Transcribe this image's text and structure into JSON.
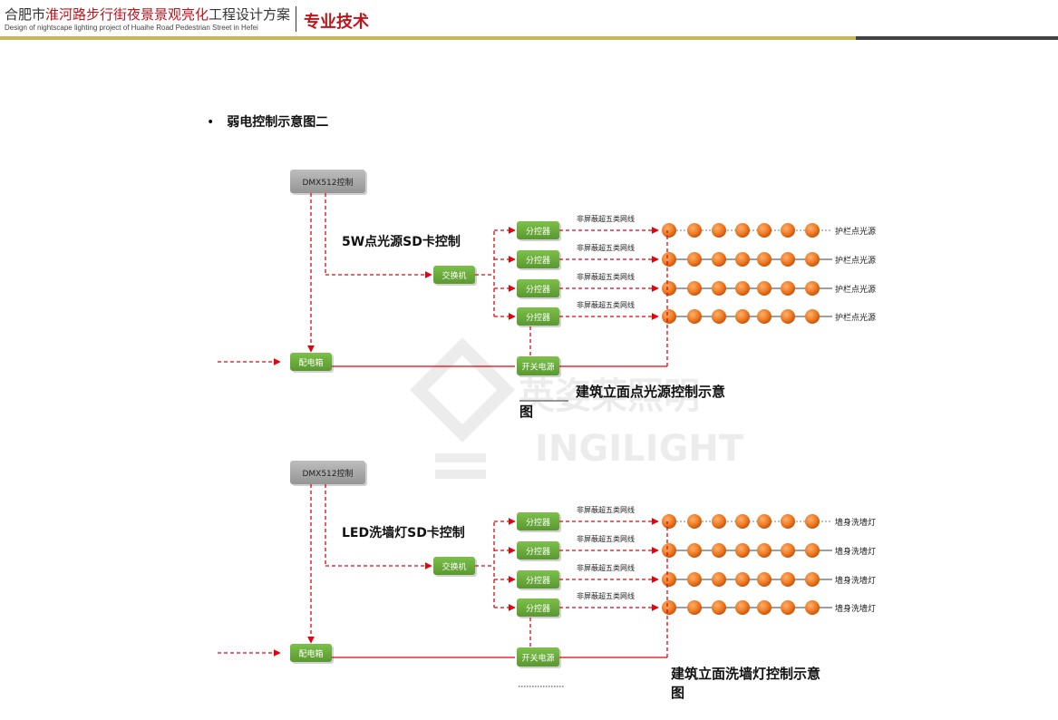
{
  "header": {
    "title_cn_pre": "合肥市",
    "title_cn_highlight": "淮河路步行街夜景景观亮化",
    "title_cn_post": "工程设计方案",
    "title_en": "Design of nightscape lighting project of Huaihe Road Pedestrian Street in Hefei",
    "section": "专业技术"
  },
  "bullet": {
    "symbol": "•",
    "text": "弱电控制示意图二"
  },
  "watermark": {
    "cn": "英姿莱照明",
    "en": "INGILIGHT"
  },
  "colors": {
    "red": "#e8000b",
    "green": "#6aab3a",
    "gray": "#a7a7a7",
    "orange": "#f07d23",
    "accent": "#c0141b"
  },
  "diagrams": [
    {
      "control": "DMX512控制",
      "subtitle": "5W点光源SD卡控制",
      "switch": "交换机",
      "distributors": [
        "分控器",
        "分控器",
        "分控器",
        "分控器"
      ],
      "cable": "非屏蔽超五类网线",
      "fixture": "护栏点光源",
      "power_box": "配电箱",
      "power_switch": "开关电源",
      "caption_line1": "建筑立面点光源控制示意",
      "caption_line2": "图"
    },
    {
      "control": "DMX512控制",
      "subtitle": "LED洗墙灯SD卡控制",
      "switch": "交换机",
      "distributors": [
        "分控器",
        "分控器",
        "分控器",
        "分控器"
      ],
      "cable": "非屏蔽超五类网线",
      "fixture": "墙身洗墙灯",
      "power_box": "配电箱",
      "power_switch": "开关电源",
      "caption_line1": "建筑立面洗墙灯控制示意",
      "caption_line2": "图"
    }
  ]
}
